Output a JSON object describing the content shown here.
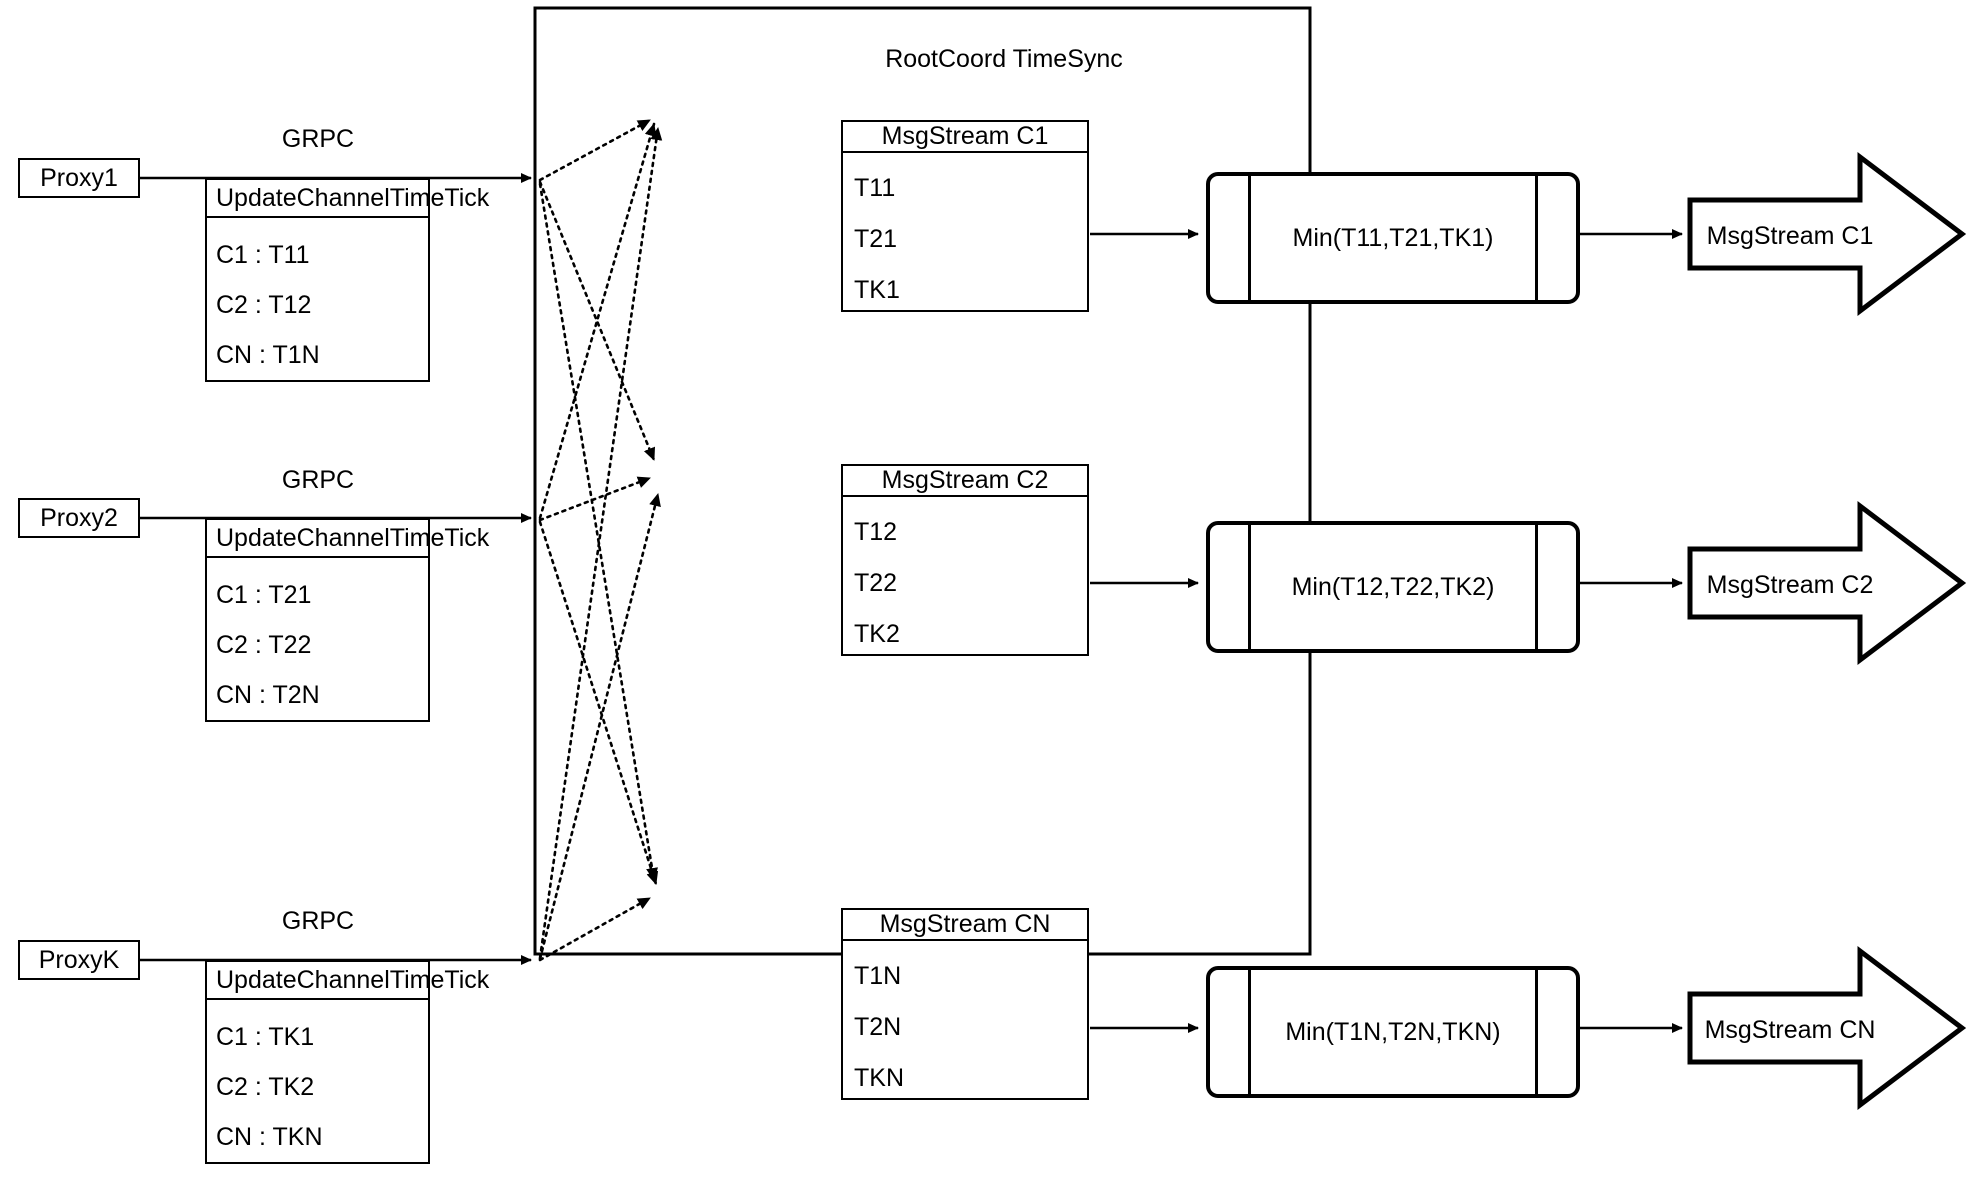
{
  "diagram": {
    "title": "RootCoord TimeSync",
    "container": {
      "label": "RootCoord TimeSync"
    },
    "rows": [
      {
        "grpc_label": "GRPC",
        "proxy": {
          "label": "Proxy1"
        },
        "tick_table": {
          "title": "UpdateChannelTimeTick",
          "rows": [
            "C1 :  T11",
            "C2 :  T12",
            "CN : T1N"
          ]
        },
        "msgstream": {
          "title": "MsgStream C1",
          "rows": [
            "T11",
            "T21",
            "TK1"
          ]
        },
        "min_box": {
          "label": "Min(T11,T21,TK1)"
        },
        "output": {
          "label": "MsgStream C1"
        }
      },
      {
        "grpc_label": "GRPC",
        "proxy": {
          "label": "Proxy2"
        },
        "tick_table": {
          "title": "UpdateChannelTimeTick",
          "rows": [
            "C1 :  T21",
            "C2 :  T22",
            "CN : T2N"
          ]
        },
        "msgstream": {
          "title": "MsgStream C2",
          "rows": [
            "T12",
            "T22",
            "TK2"
          ]
        },
        "min_box": {
          "label": "Min(T12,T22,TK2)"
        },
        "output": {
          "label": "MsgStream C2"
        }
      },
      {
        "grpc_label": "GRPC",
        "proxy": {
          "label": "ProxyK"
        },
        "tick_table": {
          "title": "UpdateChannelTimeTick",
          "rows": [
            "C1 :  TK1",
            "C2 :  TK2",
            "CN : TKN"
          ]
        },
        "msgstream": {
          "title": "MsgStream CN",
          "rows": [
            "T1N",
            "T2N",
            "TKN"
          ]
        },
        "min_box": {
          "label": "Min(T1N,T2N,TKN)"
        },
        "output": {
          "label": "MsgStream CN"
        }
      }
    ],
    "colors": {
      "stroke": "#000000",
      "background": "#ffffff"
    }
  }
}
